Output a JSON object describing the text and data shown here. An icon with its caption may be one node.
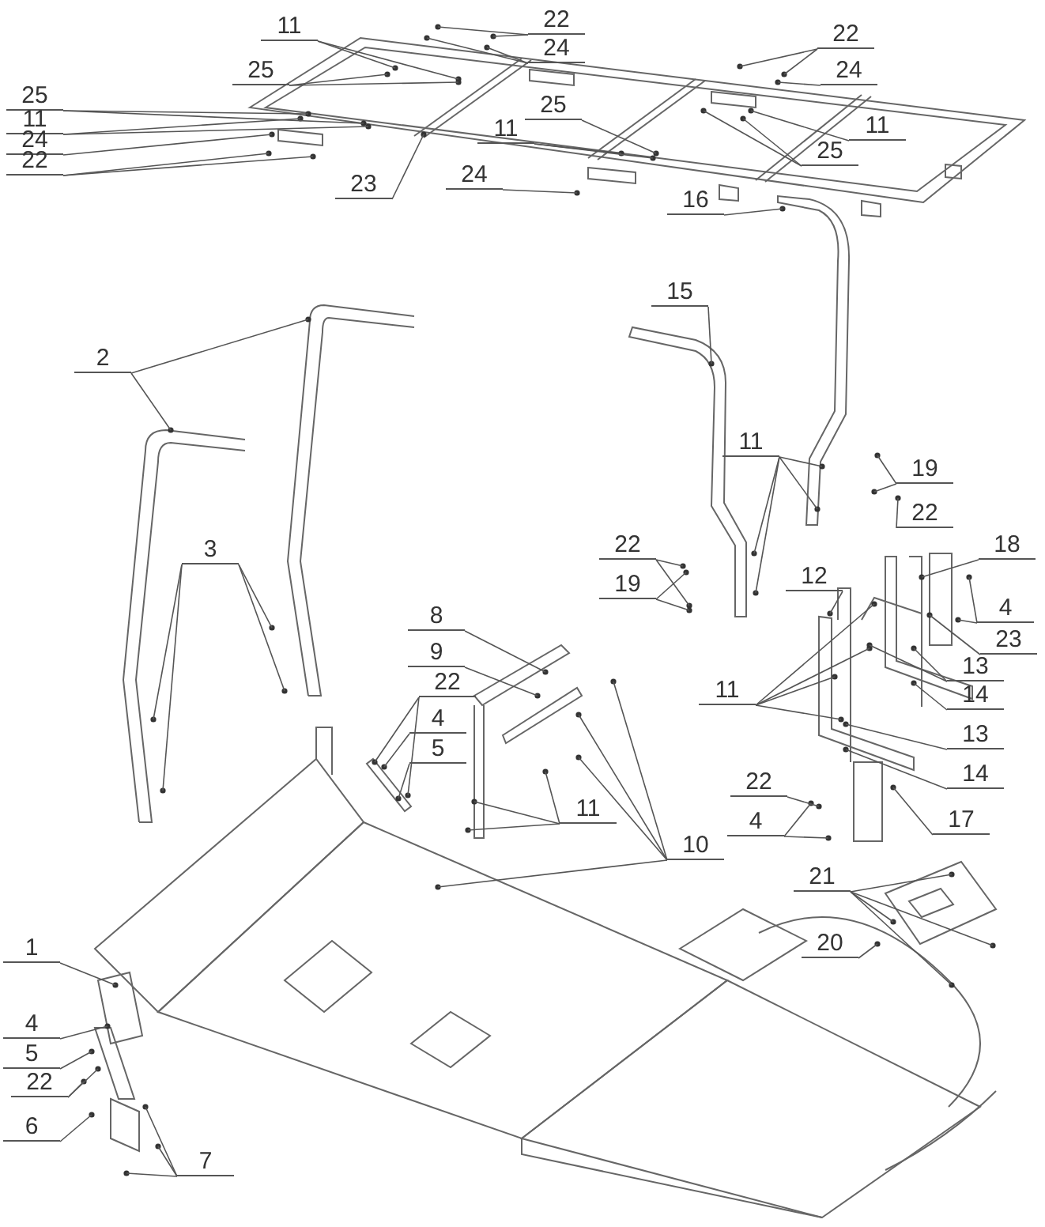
{
  "diagram": {
    "nodes": [
      {
        "text": [
          "22"
        ]
      },
      {
        "text": [
          "22"
        ]
      },
      {
        "text": [
          "11"
        ]
      },
      {
        "text": [
          "24"
        ]
      },
      {
        "text": [
          "24"
        ]
      },
      {
        "text": [
          "25"
        ]
      },
      {
        "text": [
          "25"
        ]
      },
      {
        "text": [
          "25"
        ]
      },
      {
        "text": [
          "11"
        ]
      },
      {
        "text": [
          "11"
        ]
      },
      {
        "text": [
          "11"
        ]
      },
      {
        "text": [
          "24"
        ]
      },
      {
        "text": [
          "25"
        ]
      },
      {
        "text": [
          "22"
        ]
      },
      {
        "text": [
          "24"
        ]
      },
      {
        "text": [
          "23"
        ]
      },
      {
        "text": [
          "16"
        ]
      },
      {
        "text": [
          "15"
        ]
      },
      {
        "text": [
          "2"
        ]
      },
      {
        "text": [
          "11"
        ]
      },
      {
        "text": [
          "19"
        ]
      },
      {
        "text": [
          "22"
        ]
      },
      {
        "text": [
          "22"
        ]
      },
      {
        "text": [
          "3"
        ]
      },
      {
        "text": [
          "18"
        ]
      },
      {
        "text": [
          "19"
        ]
      },
      {
        "text": [
          "12"
        ]
      },
      {
        "text": [
          "4"
        ]
      },
      {
        "text": [
          "8"
        ]
      },
      {
        "text": [
          "23"
        ]
      },
      {
        "text": [
          "9"
        ]
      },
      {
        "text": [
          "13"
        ]
      },
      {
        "text": [
          "22"
        ]
      },
      {
        "text": [
          "11"
        ]
      },
      {
        "text": [
          "14"
        ]
      },
      {
        "text": [
          "4"
        ]
      },
      {
        "text": [
          "13"
        ]
      },
      {
        "text": [
          "5"
        ]
      },
      {
        "text": [
          "14"
        ]
      },
      {
        "text": [
          "22"
        ]
      },
      {
        "text": [
          "11"
        ]
      },
      {
        "text": [
          "17"
        ]
      },
      {
        "text": [
          "4"
        ]
      },
      {
        "text": [
          "10"
        ]
      },
      {
        "text": [
          "21"
        ]
      },
      {
        "text": [
          "20"
        ]
      },
      {
        "text": [
          "1"
        ]
      },
      {
        "text": [
          "4"
        ]
      },
      {
        "text": [
          "5"
        ]
      },
      {
        "text": [
          "22"
        ]
      },
      {
        "text": [
          "6"
        ]
      },
      {
        "text": [
          "7"
        ]
      }
    ],
    "edges": [
      {
        "from": 0,
        "to": null,
        "arrow": "none"
      },
      {
        "from": 0,
        "to": null,
        "arrow": "none"
      },
      {
        "from": 1,
        "to": null,
        "arrow": "none"
      },
      {
        "from": 1,
        "to": null,
        "arrow": "none"
      },
      {
        "from": 2,
        "to": null,
        "arrow": "none"
      },
      {
        "from": 2,
        "to": null,
        "arrow": "none"
      },
      {
        "from": 3,
        "to": null,
        "arrow": "none"
      },
      {
        "from": 3,
        "to": null,
        "arrow": "none"
      },
      {
        "from": 4,
        "to": null,
        "arrow": "none"
      },
      {
        "from": 5,
        "to": null,
        "arrow": "none"
      },
      {
        "from": 5,
        "to": null,
        "arrow": "none"
      },
      {
        "from": 6,
        "to": null,
        "arrow": "none"
      },
      {
        "from": 6,
        "to": null,
        "arrow": "none"
      },
      {
        "from": 7,
        "to": null,
        "arrow": "none"
      },
      {
        "from": 8,
        "to": null,
        "arrow": "none"
      },
      {
        "from": 8,
        "to": null,
        "arrow": "none"
      },
      {
        "from": 9,
        "to": null,
        "arrow": "none"
      },
      {
        "from": 10,
        "to": null,
        "arrow": "none"
      },
      {
        "from": 10,
        "to": null,
        "arrow": "none"
      },
      {
        "from": 11,
        "to": null,
        "arrow": "none"
      },
      {
        "from": 12,
        "to": null,
        "arrow": "none"
      },
      {
        "from": 12,
        "to": null,
        "arrow": "none"
      },
      {
        "from": 13,
        "to": null,
        "arrow": "none"
      },
      {
        "from": 13,
        "to": null,
        "arrow": "none"
      },
      {
        "from": 14,
        "to": null,
        "arrow": "none"
      },
      {
        "from": 15,
        "to": null,
        "arrow": "none"
      },
      {
        "from": 16,
        "to": null,
        "arrow": "none"
      },
      {
        "from": 17,
        "to": null,
        "arrow": "none"
      },
      {
        "from": 18,
        "to": null,
        "arrow": "none"
      },
      {
        "from": 18,
        "to": null,
        "arrow": "none"
      },
      {
        "from": 19,
        "to": null,
        "arrow": "none"
      },
      {
        "from": 19,
        "to": null,
        "arrow": "none"
      },
      {
        "from": 19,
        "to": null,
        "arrow": "none"
      },
      {
        "from": 19,
        "to": null,
        "arrow": "none"
      },
      {
        "from": 20,
        "to": null,
        "arrow": "none"
      },
      {
        "from": 20,
        "to": null,
        "arrow": "none"
      },
      {
        "from": 21,
        "to": null,
        "arrow": "none"
      },
      {
        "from": 22,
        "to": null,
        "arrow": "none"
      },
      {
        "from": 22,
        "to": null,
        "arrow": "none"
      },
      {
        "from": 23,
        "to": null,
        "arrow": "none"
      },
      {
        "from": 23,
        "to": null,
        "arrow": "none"
      },
      {
        "from": 23,
        "to": null,
        "arrow": "none"
      },
      {
        "from": 23,
        "to": null,
        "arrow": "none"
      },
      {
        "from": 24,
        "to": null,
        "arrow": "none"
      },
      {
        "from": 25,
        "to": null,
        "arrow": "none"
      },
      {
        "from": 25,
        "to": null,
        "arrow": "none"
      },
      {
        "from": 26,
        "to": null,
        "arrow": "none"
      },
      {
        "from": 27,
        "to": null,
        "arrow": "none"
      },
      {
        "from": 27,
        "to": null,
        "arrow": "none"
      },
      {
        "from": 28,
        "to": null,
        "arrow": "none"
      },
      {
        "from": 29,
        "to": null,
        "arrow": "none"
      },
      {
        "from": 30,
        "to": null,
        "arrow": "none"
      },
      {
        "from": 31,
        "to": null,
        "arrow": "none"
      },
      {
        "from": 31,
        "to": null,
        "arrow": "none"
      },
      {
        "from": 32,
        "to": null,
        "arrow": "none"
      },
      {
        "from": 32,
        "to": null,
        "arrow": "none"
      },
      {
        "from": 33,
        "to": null,
        "arrow": "none"
      },
      {
        "from": 33,
        "to": null,
        "arrow": "none"
      },
      {
        "from": 33,
        "to": null,
        "arrow": "none"
      },
      {
        "from": 33,
        "to": null,
        "arrow": "none"
      },
      {
        "from": 34,
        "to": null,
        "arrow": "none"
      },
      {
        "from": 35,
        "to": null,
        "arrow": "none"
      },
      {
        "from": 36,
        "to": null,
        "arrow": "none"
      },
      {
        "from": 37,
        "to": null,
        "arrow": "none"
      },
      {
        "from": 38,
        "to": null,
        "arrow": "none"
      },
      {
        "from": 39,
        "to": null,
        "arrow": "none"
      },
      {
        "from": 40,
        "to": null,
        "arrow": "none"
      },
      {
        "from": 40,
        "to": null,
        "arrow": "none"
      },
      {
        "from": 40,
        "to": null,
        "arrow": "none"
      },
      {
        "from": 41,
        "to": null,
        "arrow": "none"
      },
      {
        "from": 42,
        "to": null,
        "arrow": "none"
      },
      {
        "from": 42,
        "to": null,
        "arrow": "none"
      },
      {
        "from": 43,
        "to": null,
        "arrow": "none"
      },
      {
        "from": 43,
        "to": null,
        "arrow": "none"
      },
      {
        "from": 43,
        "to": null,
        "arrow": "none"
      },
      {
        "from": 43,
        "to": null,
        "arrow": "none"
      },
      {
        "from": 44,
        "to": null,
        "arrow": "none"
      },
      {
        "from": 44,
        "to": null,
        "arrow": "none"
      },
      {
        "from": 44,
        "to": null,
        "arrow": "none"
      },
      {
        "from": 44,
        "to": null,
        "arrow": "none"
      },
      {
        "from": 45,
        "to": null,
        "arrow": "none"
      },
      {
        "from": 46,
        "to": null,
        "arrow": "none"
      },
      {
        "from": 47,
        "to": null,
        "arrow": "none"
      },
      {
        "from": 48,
        "to": null,
        "arrow": "none"
      },
      {
        "from": 49,
        "to": null,
        "arrow": "none"
      },
      {
        "from": 49,
        "to": null,
        "arrow": "none"
      },
      {
        "from": 50,
        "to": null,
        "arrow": "none"
      },
      {
        "from": 51,
        "to": null,
        "arrow": "none"
      },
      {
        "from": 51,
        "to": null,
        "arrow": "none"
      },
      {
        "from": 51,
        "to": null,
        "arrow": "none"
      }
    ]
  }
}
